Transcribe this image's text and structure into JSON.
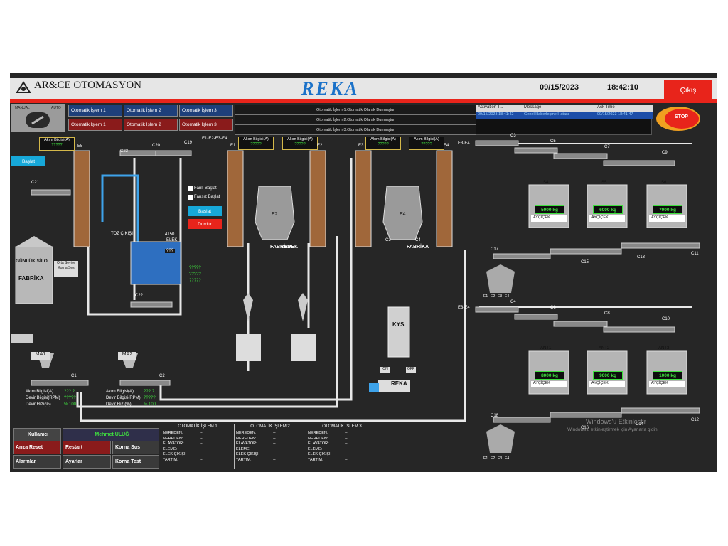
{
  "header": {
    "brand": "AR&CE OTOMASYON",
    "logo": "REKA",
    "date": "09/15/2023",
    "time": "18:42:10",
    "exit_label": "Çıkış"
  },
  "mode": {
    "manual": "MANUAL",
    "auto": "AUTO"
  },
  "automatic_buttons": [
    {
      "label": "Otomatik İşlem 1"
    },
    {
      "label": "Otomatik İşlem 2"
    },
    {
      "label": "Otomatik İşlem 3"
    },
    {
      "label": "Otomatik İşlem 1"
    },
    {
      "label": "Otomatik İşlem 2"
    },
    {
      "label": "Otomatik İşlem 3"
    }
  ],
  "status_messages": [
    "Otomatik İşlem-1:Otomatik Olarak Durmuştur",
    "Otomatik İşlem-2:Otomatik Olarak Durmuştur",
    "Otomatik İşlem-3:Otomatik Olarak Durmuştur"
  ],
  "alarm_table": {
    "columns": [
      "Activation T...",
      "Message",
      "Ack Time"
    ],
    "rows": [
      [
        "09/15/2023 18:41:42",
        "Genel Haberleşme Hatası",
        "09/15/2023 18:41:47"
      ]
    ]
  },
  "stop_label": "STOP",
  "left_plant": {
    "akim_label": "Akım Bilgisi(A)",
    "akim_value": "?????",
    "start_button": "Başlat",
    "labels": {
      "E5": "E5",
      "C21": "C21",
      "C23": "C23",
      "C20": "C20",
      "C19": "C19",
      "C22": "C22",
      "toz": "TOZ ÇIKIŞI",
      "elek_no": "4150",
      "elek": "ELEK",
      "elek_val": "???"
    },
    "fan_start": "Fanlı Başlat",
    "fanless_start": "Fansız Başlat",
    "btn_start": "Başlat",
    "btn_stop": "Durdur",
    "green_values": [
      "?????",
      "?????",
      "?????"
    ],
    "silo_title": "GÜNLÜK SİLO",
    "silo_name": "FABRİKA",
    "silo_note": "Orta Seviye Korna Ses",
    "ma1": "MA1",
    "ma2": "MA2",
    "c1": "C1",
    "c2": "C2",
    "ma1_info": {
      "akim": "Akım Bilgisi(A)",
      "akim_v": "???.?",
      "devir": "Devir Bilgisi(RPM)",
      "devir_v": "?????",
      "hiz": "Devir Hızı(%)",
      "hiz_v": "% 100"
    },
    "ma2_info": {
      "akim": "Akım Bilgisi(A)",
      "akim_v": "???.?",
      "devir": "Devir Bilgisi(RPM)",
      "devir_v": "?????",
      "hiz": "Devir Hızı(%)",
      "hiz_v": "% 100"
    }
  },
  "center_plant": {
    "header": "E1-E2-E3-E4",
    "akim_boxes": [
      {
        "label": "Akım Bilgisi(A)",
        "value": "?????"
      },
      {
        "label": "Akım Bilgisi(A)",
        "value": "?????"
      },
      {
        "label": "Akım Bilgisi(A)",
        "value": "?????"
      },
      {
        "label": "Akım Bilgisi(A)",
        "value": "?????"
      }
    ],
    "elevators": [
      "E1",
      "E2",
      "E3",
      "E4"
    ],
    "hopper_left": "E2",
    "hopper_right": "E4",
    "vertical_left": "FABRİKA",
    "vertical_mid": "YEDEK",
    "vertical_right": "FABRİKA",
    "c3": "C3",
    "c4": "C4",
    "kys": "KYS",
    "on": "ON",
    "off": "OFF",
    "truck": "REKA"
  },
  "right_plant": {
    "top_label": "E3-E4",
    "top_conveyors": [
      "C3",
      "C5",
      "C7",
      "C9"
    ],
    "top_silos": [
      {
        "name": "S4",
        "weight": "5000",
        "unit": "kg",
        "product": "AYÇİÇEK"
      },
      {
        "name": "S5",
        "weight": "6000",
        "unit": "kg",
        "product": "AYÇİÇEK"
      },
      {
        "name": "S6",
        "weight": "7000",
        "unit": "kg",
        "product": "AYÇİÇEK"
      }
    ],
    "top_lower": [
      "C17",
      "C15",
      "C13",
      "C11"
    ],
    "bottom_label": "E3-E4",
    "bottom_conveyors": [
      "C4",
      "C6",
      "C8",
      "C10"
    ],
    "bottom_silos": [
      {
        "name": "ANT1",
        "weight": "8000",
        "unit": "kg",
        "product": "AYÇİÇEK"
      },
      {
        "name": "ANT2",
        "weight": "9000",
        "unit": "kg",
        "product": "AYÇİÇEK"
      },
      {
        "name": "ANT3",
        "weight": "1000",
        "unit": "kg",
        "product": "AYÇİÇEK"
      }
    ],
    "bottom_lower": [
      "C18",
      "C16",
      "C14",
      "C12"
    ],
    "gate_labels": [
      "E1",
      "E2",
      "E3",
      "E4"
    ]
  },
  "footer": {
    "user_label": "Kullanıcı",
    "user_name": "Mehmet ULUĞ",
    "buttons": [
      "Arıza Reset",
      "Restart",
      "Korna Sus",
      "Alarmlar",
      "Ayarlar",
      "Korna Test"
    ],
    "panels": [
      {
        "title": "OTOMATİK İŞLEM 1",
        "rows": [
          "NEREDEN:",
          "NEREDEN:",
          "ELAVATÖR:",
          "ELEME:",
          "ELEK ÇIKIŞI:",
          "TARTIM:"
        ],
        "values": [
          "--",
          "--",
          "--",
          "--",
          "--",
          "--"
        ]
      },
      {
        "title": "OTOMATİK İŞLEM 2",
        "rows": [
          "NEREDEN:",
          "NEREDEN:",
          "ELAVATÖR:",
          "ELEME:",
          "ELEK ÇIKIŞI:",
          "TARTIM:"
        ],
        "values": [
          "--",
          "--",
          "--",
          "--",
          "--",
          "--"
        ]
      },
      {
        "title": "OTOMATİK İŞLEM 3",
        "rows": [
          "NEREDEN:",
          "NEREDEN:",
          "ELAVATÖR:",
          "ELEME:",
          "ELEK ÇIKIŞI:",
          "TARTIM:"
        ],
        "values": [
          "--",
          "--",
          "--",
          "--",
          "--",
          "--"
        ]
      }
    ],
    "watermark_title": "Windows'u Etkinleştir",
    "watermark_text": "Windows'u etkinleştirmek için Ayarlar'a gidin."
  },
  "colors": {
    "background": "#262626",
    "pipe": "#e8e8e8",
    "accent_red": "#e8241b",
    "value_green": "#3fe03f",
    "header_blue": "#1b72c9"
  }
}
